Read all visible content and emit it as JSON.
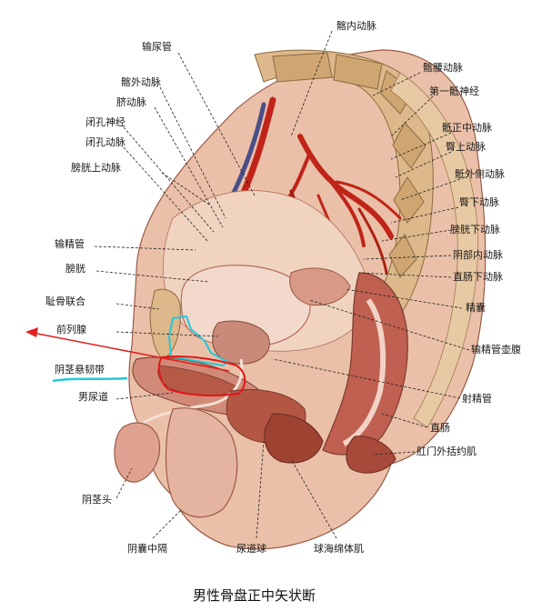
{
  "caption": "男性骨盘正中矢状断",
  "labels_top": [
    "髂内动脉",
    "输尿管",
    "髂腰动脉",
    "髂外动脉",
    "第一骶神经",
    "脐动脉",
    "闭孔神经",
    "骶正中动脉",
    "闭孔动脉",
    "臀上动脉",
    "膀胱上动脉",
    "骶外侧动脉",
    "臀下动脉"
  ],
  "labels_left": [
    "输精管",
    "膀胱",
    "耻骨联合",
    "前列腺",
    "阴茎悬韧带",
    "男尿道",
    "阴茎头",
    "阴囊中隔"
  ],
  "labels_right": [
    "膀胱下动脉",
    "阴部内动脉",
    "直肠下动脉",
    "精囊",
    "输精管壶腹",
    "射精管",
    "直肠",
    "肛门外括约肌"
  ],
  "labels_bottom": [
    "尿道球",
    "球海绵体肌"
  ],
  "annotation_colors": {
    "arrow": "#e02020",
    "outline_red": "#e01818",
    "outline_cyan": "#22c8d8"
  },
  "tissue_colors": {
    "skin": "#e8b8a0",
    "muscle": "#b84a3a",
    "bone": "#d9b98a",
    "artery": "#c02418",
    "vein": "#4a4e88"
  }
}
